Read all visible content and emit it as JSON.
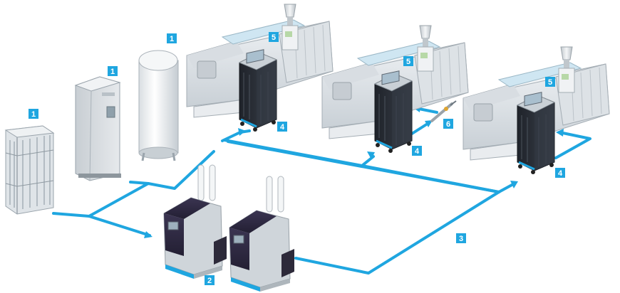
{
  "badges": {
    "gas_cylinder_bundle": "1",
    "gas_generator_cabinet": "1",
    "gas_storage_tank": "1",
    "booster_units": "2",
    "distribution_line": "3",
    "dosing_unit_left": "4",
    "dosing_unit_middle": "4",
    "dosing_unit_right": "4",
    "machine_left": "5",
    "machine_middle": "5",
    "machine_right": "5",
    "injector_nozzle": "6"
  },
  "colors": {
    "pipe": "#1fa6e0",
    "badge": "#1fa6e0",
    "machine_body": "#dde2e6",
    "dosing_dark": "#2b3038",
    "booster_dark": "#2f2a45",
    "tank": "#eef1f3"
  }
}
